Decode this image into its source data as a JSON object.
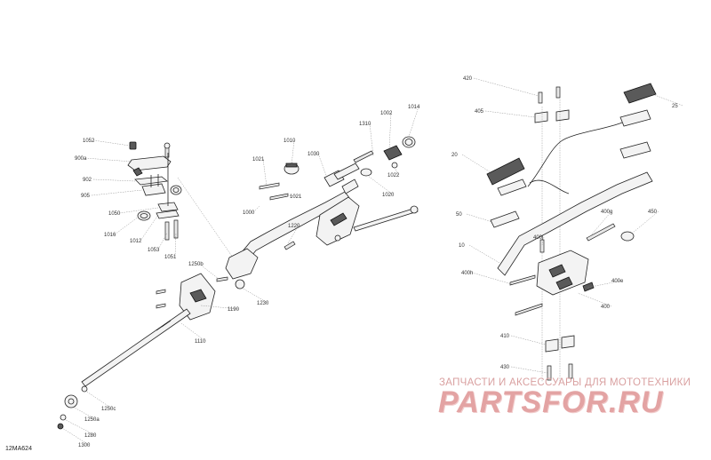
{
  "diagram": {
    "reference_code": "12MA624",
    "watermark": {
      "subtitle": "ЗАПЧАСТИ И АКСЕССУАРЫ ДЛЯ МОТОТЕХНИКИ",
      "logo": "PARTSFOR.RU"
    },
    "callouts": [
      {
        "label": "1052"
      },
      {
        "label": "900a"
      },
      {
        "label": "902"
      },
      {
        "label": "905"
      },
      {
        "label": "1050"
      },
      {
        "label": "1010"
      },
      {
        "label": "1030"
      },
      {
        "label": "1310"
      },
      {
        "label": "1002"
      },
      {
        "label": "1014"
      },
      {
        "label": "1021"
      },
      {
        "label": "1021"
      },
      {
        "label": "1000"
      },
      {
        "label": "1020"
      },
      {
        "label": "1022"
      },
      {
        "label": "1016"
      },
      {
        "label": "1012"
      },
      {
        "label": "1053"
      },
      {
        "label": "1051"
      },
      {
        "label": "1220"
      },
      {
        "label": "1250b"
      },
      {
        "label": "1230"
      },
      {
        "label": "1190"
      },
      {
        "label": "1110"
      },
      {
        "label": "1250c"
      },
      {
        "label": "1250a"
      },
      {
        "label": "1280"
      },
      {
        "label": "1300"
      },
      {
        "label": "420"
      },
      {
        "label": "405"
      },
      {
        "label": "25"
      },
      {
        "label": "20"
      },
      {
        "label": "50"
      },
      {
        "label": "10"
      },
      {
        "label": "400g"
      },
      {
        "label": "450"
      },
      {
        "label": "400j"
      },
      {
        "label": "400h"
      },
      {
        "label": "400e"
      },
      {
        "label": "400"
      },
      {
        "label": "410"
      },
      {
        "label": "430"
      }
    ]
  }
}
